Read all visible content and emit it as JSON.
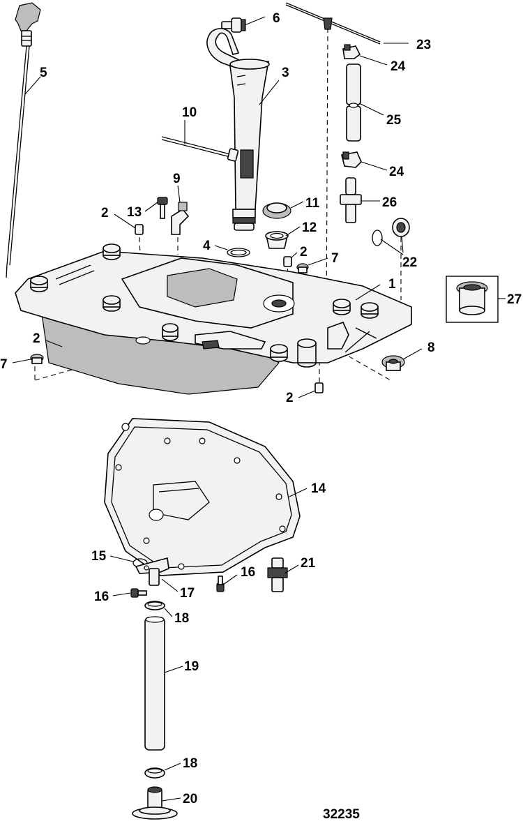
{
  "figure_number": "32235",
  "callouts": [
    "1",
    "2",
    "3",
    "4",
    "5",
    "6",
    "7",
    "8",
    "9",
    "10",
    "11",
    "12",
    "13",
    "14",
    "15",
    "16",
    "17",
    "18",
    "19",
    "20",
    "21",
    "22",
    "23",
    "24",
    "25",
    "26",
    "27"
  ]
}
